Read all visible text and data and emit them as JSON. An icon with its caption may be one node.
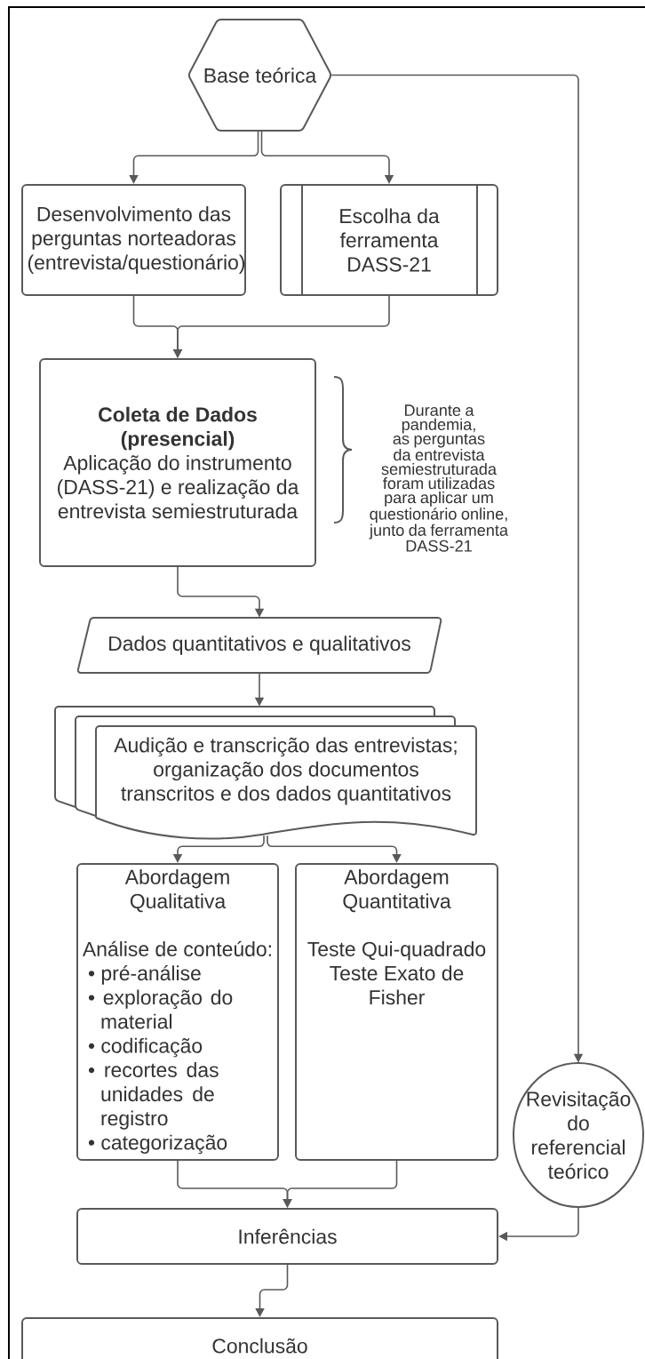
{
  "diagram": {
    "nodes": [
      {
        "text": [
          "Base teórica"
        ]
      },
      {
        "text": [
          "Desenvolvimento das perguntas norteadoras (entrevista/questionário)"
        ]
      },
      {
        "text": [
          "Escolha da ferramenta DASS-21"
        ]
      },
      {
        "text": [
          "Coleta de Dados (presencial)",
          "Aplicação do instrumento (DASS-21) e realização da entrevista semiestruturada"
        ],
        "beside": [
          "Durante a pandemia, as perguntas da entrevista semiestruturada foram utilizadas para aplicar um questionário online, junto da ferramenta DASS-21"
        ]
      },
      {
        "text": [
          "Dados quantitativos e qualitativos"
        ]
      },
      {
        "text": [
          "Audição e transcrição das entrevistas; organização dos documentos transcritos e dos dados quantitativos"
        ]
      },
      {
        "text": [
          "Abordagem Qualitativa",
          "Análise de conteúdo:",
          "• pré-análise",
          "• exploração do material",
          "• codificação",
          "• recortes das unidades de registro",
          "• categorização"
        ]
      },
      {
        "text": [
          "Abordagem Quantitativa",
          "Teste Qui-quadrado",
          "Teste Exato de Fisher"
        ]
      },
      {
        "text": [
          "Revisitação do referencial teórico"
        ]
      },
      {
        "text": [
          "Inferências"
        ]
      },
      {
        "text": [
          "Conclusão"
        ]
      }
    ],
    "edges": [
      {
        "from": 0,
        "to": 1,
        "arrow": "to"
      },
      {
        "from": 0,
        "to": 2,
        "arrow": "to"
      },
      {
        "from": 0,
        "to": 8,
        "arrow": "to"
      },
      {
        "from": 1,
        "to": 3,
        "arrow": "to"
      },
      {
        "from": 2,
        "to": 3,
        "arrow": "to"
      },
      {
        "from": 3,
        "to": 4,
        "arrow": "to"
      },
      {
        "from": 4,
        "to": 5,
        "arrow": "to"
      },
      {
        "from": 5,
        "to": 6,
        "arrow": "to"
      },
      {
        "from": 5,
        "to": 7,
        "arrow": "to"
      },
      {
        "from": 6,
        "to": 9,
        "arrow": "to"
      },
      {
        "from": 7,
        "to": 9,
        "arrow": "to"
      },
      {
        "from": 8,
        "to": 9,
        "arrow": "to"
      },
      {
        "from": 9,
        "to": 10,
        "arrow": "to"
      }
    ]
  }
}
